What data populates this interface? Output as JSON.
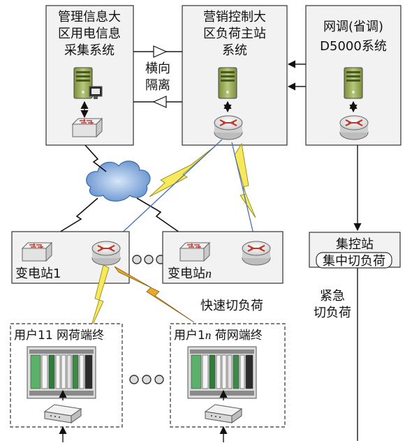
{
  "nodes": {
    "mgmt": {
      "line1": "管理信息大",
      "line2": "区用电信息",
      "line3": "采集系统"
    },
    "marketing": {
      "line1": "营销控制大",
      "line2": "区负荷主站",
      "line3": "系统"
    },
    "dispatch": {
      "line1": "网调(省调)",
      "line2": "D5000系统"
    },
    "isolation": {
      "line1": "横向",
      "line2": "隔离"
    },
    "substation1": {
      "label": "变电站1"
    },
    "substation_n": {
      "prefix": "变电站",
      "var": "n"
    },
    "control_station": {
      "title": "集控站",
      "button": "集中切负荷"
    },
    "emergency": {
      "line1": "紧急",
      "line2": "切负荷"
    },
    "fast_shed": {
      "label": "快速切负荷"
    },
    "user11": {
      "label": "用户11 网荷端终"
    },
    "user1n": {
      "prefix": "用户1",
      "var": "n",
      "suffix": " 荷网端终"
    }
  },
  "colors": {
    "box_fill": "#f2f2f2",
    "lightning_yellow": "#f7e95a",
    "lightning_orange": "#e7a92b",
    "link_blue": "#4a6fb5",
    "router_red": "#c0392b",
    "server_green": "#8fa84a",
    "cloud_blue": "#6f9bd4"
  },
  "icons": [
    "server-icon",
    "router-icon",
    "switch-icon",
    "cloud-icon",
    "terminal-rack-icon",
    "modem-icon",
    "lightning-icon",
    "ellipsis-dots"
  ]
}
